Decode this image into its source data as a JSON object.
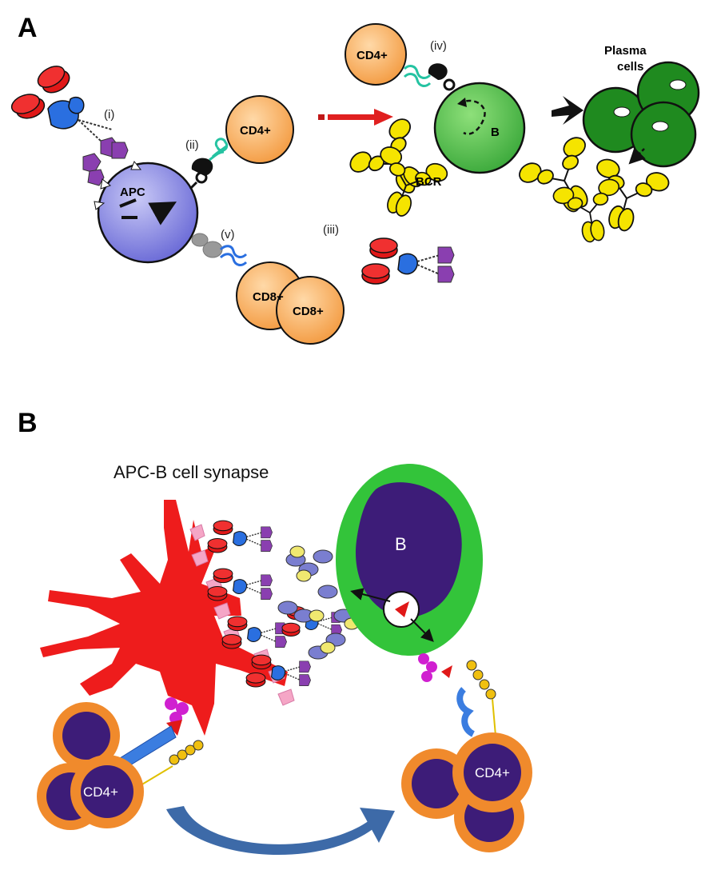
{
  "panel_a": {
    "letter": "A",
    "apc_label": "APC",
    "b_label": "B",
    "bcr_label": "BCR",
    "plasma_label_line1": "Plasma",
    "plasma_label_line2": "cells",
    "cd4_label": "CD4+",
    "cd8_label": "CD8+",
    "step_i": "(i)",
    "step_ii": "(ii)",
    "step_iii": "(iii)",
    "step_iv": "(iv)",
    "step_v": "(v)"
  },
  "panel_b": {
    "letter": "B",
    "synapse_title": "APC-B cell synapse",
    "b_label": "B",
    "cd4_label_left": "CD4+",
    "cd4_label_right": "CD4+"
  },
  "colors": {
    "apc_fill": "#8a8be6",
    "b_cell": "#4fc046",
    "plasma": "#1f7a1f",
    "t_cell": "#f6a04d",
    "antibody_yellow": "#f5e400",
    "antigen_red": "#e01818",
    "antigen_blue": "#2a6fe0",
    "antigen_purple": "#8a3fb0",
    "dendritic_red": "#ee1c1c",
    "b_cell_halo": "#33c43a",
    "nucleus_purple": "#3d1c78",
    "t_cell_rim": "#f08a2c",
    "curved_arrow": "#3d6aa8"
  }
}
